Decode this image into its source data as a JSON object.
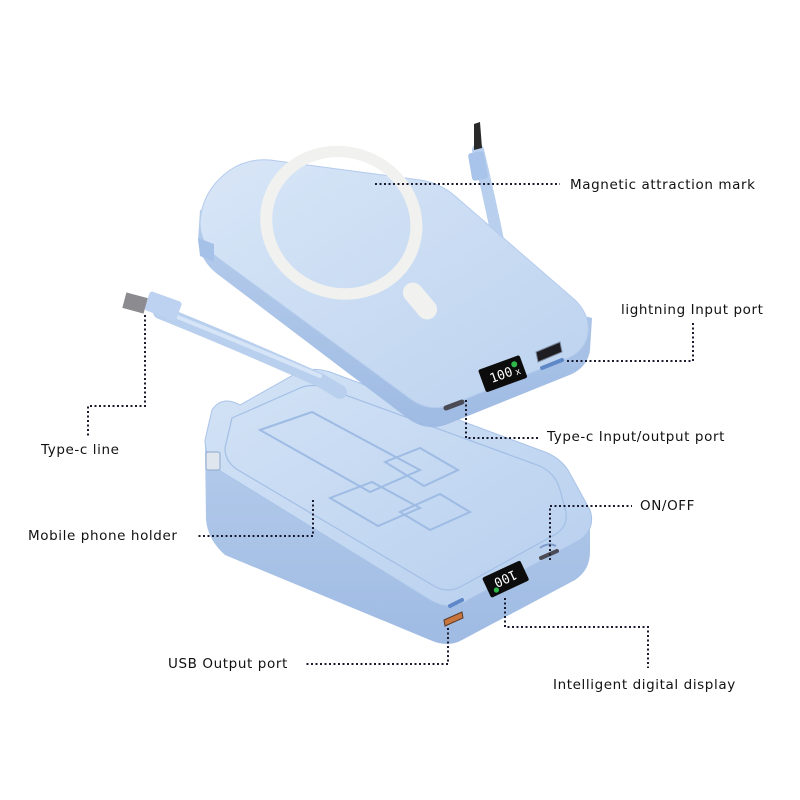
{
  "colors": {
    "background": "#ffffff",
    "body_light": "#cfe0f5",
    "body_mid": "#b9d0ee",
    "body_dark": "#9fbbe3",
    "body_edge": "#8fb0dc",
    "ring": "#f1f2f0",
    "display_bg": "#0c0c0c",
    "display_text": "#ffffff",
    "display_led": "#2fb84a",
    "usb_port_accent": "#c8753e",
    "connector_metal": "#8c8c90",
    "callout_line": "#1a1a2e",
    "label_text": "#111111"
  },
  "devices": {
    "top": {
      "name": "power bank (front, magnetic side)",
      "display_value": "100"
    },
    "bottom": {
      "name": "power bank (back, stand side)",
      "display_value": "100"
    }
  },
  "callouts": [
    {
      "id": "magnetic",
      "label": "Magnetic attraction mark"
    },
    {
      "id": "lightning",
      "label": "lightning Input port"
    },
    {
      "id": "typec-port",
      "label": "Type-c Input/output port"
    },
    {
      "id": "typec-line",
      "label": "Type-c line"
    },
    {
      "id": "onoff",
      "label": "ON/OFF"
    },
    {
      "id": "holder",
      "label": "Mobile phone holder"
    },
    {
      "id": "usb",
      "label": "USB Output port"
    },
    {
      "id": "display",
      "label": "Intelligent digital display"
    }
  ]
}
